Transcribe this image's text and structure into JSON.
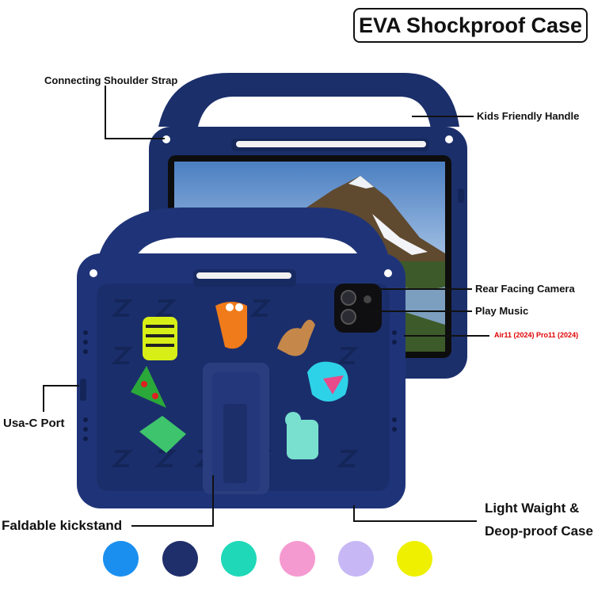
{
  "title": "EVA Shockproof Case",
  "labels": {
    "shoulder_strap": "Connecting Shoulder Strap",
    "handle": "Kids Friendly Handle",
    "camera": "Rear Facing Camera",
    "music": "Play Music",
    "models": "Air11  (2024)  Pro11 (2024)",
    "usbc": "Usa-C Port",
    "kickstand": "Faldable kickstand",
    "weight_line1": "Light Waight &",
    "weight_line2": "Deop-proof Case"
  },
  "colors": {
    "case": "#1b2f6b",
    "accent_red": "#e00000",
    "swatches": [
      "#1a8fef",
      "#1f2f6b",
      "#1fd8b8",
      "#f59ad0",
      "#c7b8f5",
      "#eef000"
    ]
  }
}
